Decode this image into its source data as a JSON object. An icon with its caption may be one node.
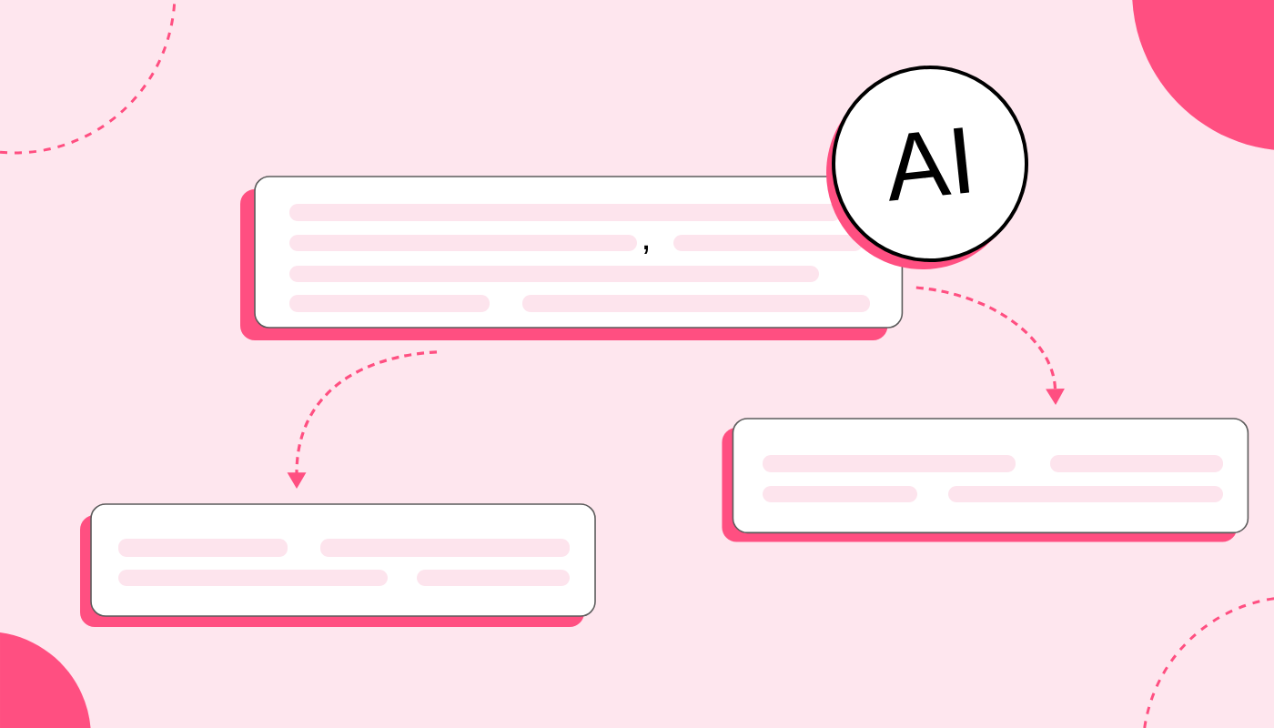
{
  "diagram": {
    "nodes": [
      {
        "text": [
          ","
        ]
      },
      {
        "text": [
          "AI"
        ]
      },
      {
        "text": [],
        "shape": "box"
      },
      {
        "text": [],
        "shape": "box"
      }
    ],
    "edges": [
      {
        "from": 0,
        "to": 2,
        "arrow": "to",
        "style": "dashed"
      },
      {
        "from": 0,
        "to": 3,
        "arrow": "to",
        "style": "dashed"
      }
    ]
  }
}
